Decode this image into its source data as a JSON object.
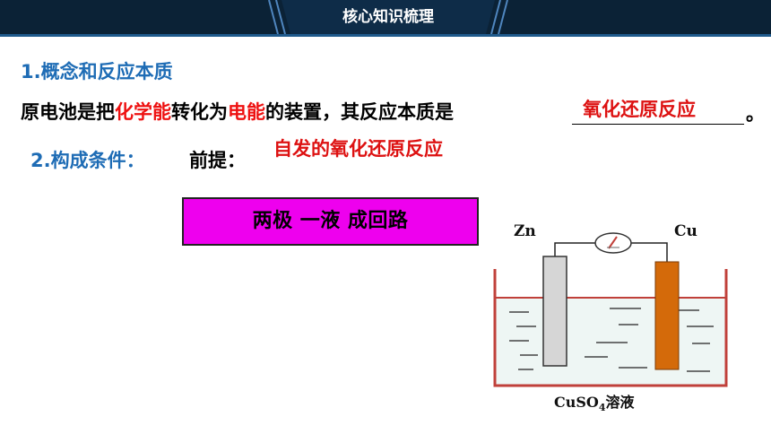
{
  "header": {
    "title": "核心知识梳理"
  },
  "section1": {
    "heading": "1.概念和反应本质",
    "sentence": {
      "p1": "原电池是把",
      "r1": "化学能",
      "p2": "转化为",
      "r2": "电能",
      "p3": "的装置，其反应本质是"
    },
    "answer": "氧化还原反应",
    "end_mark": "。"
  },
  "section2": {
    "heading": "2.构成条件：",
    "premise_label": "前提：",
    "premise_answer": "自发的氧化还原反应",
    "box_text": "两极 一液 成回路"
  },
  "diagram": {
    "left_electrode": "Zn",
    "right_electrode": "Cu",
    "solution_main": "CuSO",
    "solution_sub": "4",
    "solution_suffix": "溶液",
    "colors": {
      "zinc": "#d6d6d6",
      "copper": "#d46a0a",
      "beaker": "#c0403a",
      "solution": "#eef6f4"
    }
  }
}
